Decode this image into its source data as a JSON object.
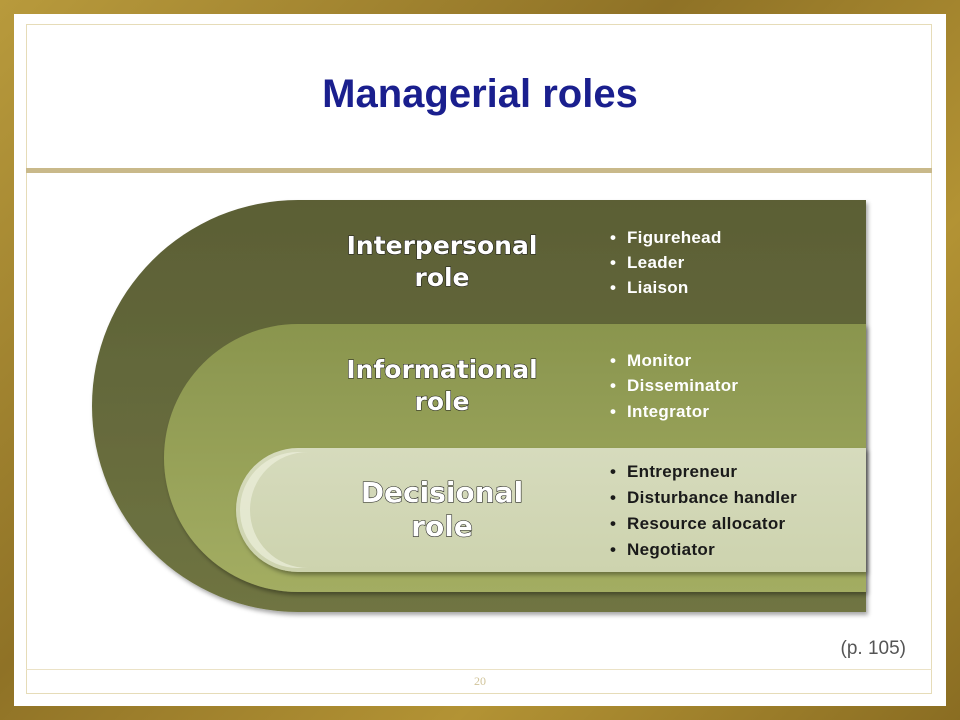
{
  "slide": {
    "title": "Managerial roles",
    "page_ref": "(p. 105)",
    "slide_number": "20"
  },
  "diagram": {
    "roles": [
      {
        "label_line1": "Interpersonal",
        "label_line2": "role",
        "items": [
          "Figurehead",
          "Leader",
          "Liaison"
        ],
        "color": "#5f6338",
        "text_color": "#ffffff"
      },
      {
        "label_line1": "Informational",
        "label_line2": "role",
        "items": [
          "Monitor",
          "Disseminator",
          "Integrator"
        ],
        "color": "#8e9a52",
        "text_color": "#ffffff"
      },
      {
        "label_line1": "Decisional",
        "label_line2": "role",
        "items": [
          "Entrepreneur",
          "Disturbance handler",
          "Resource allocator",
          "Negotiator"
        ],
        "color": "#d3d8b8",
        "text_color": "#1a1a1a"
      }
    ]
  }
}
